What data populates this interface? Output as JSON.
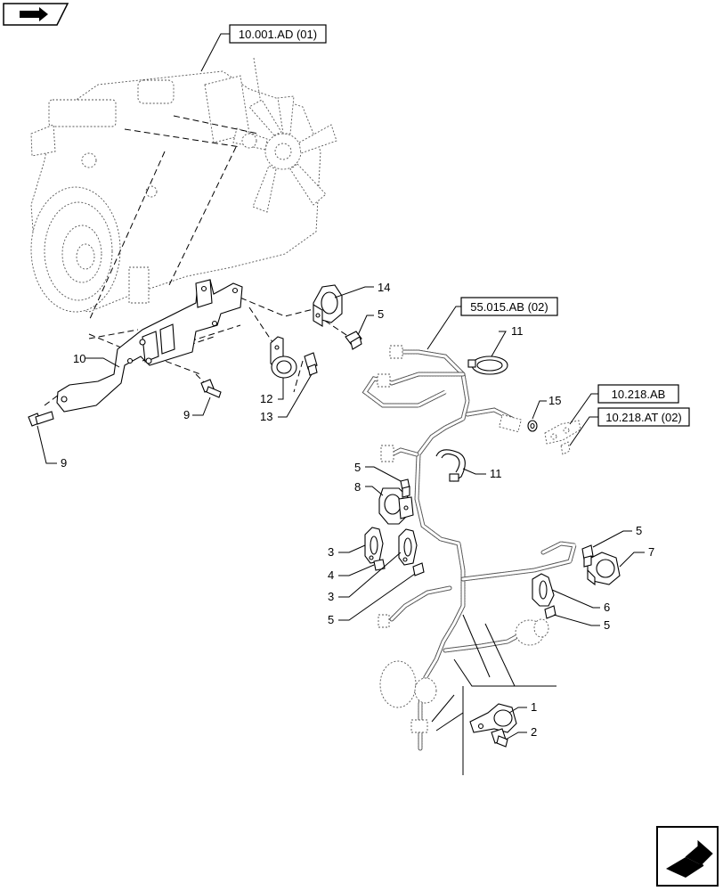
{
  "nav": {
    "top_icon": "page-back-icon",
    "bottom_icon": "page-forward-icon"
  },
  "references": [
    {
      "id": "ref-10-001-ad-01",
      "label": "10.001.AD (01)"
    },
    {
      "id": "ref-55-015-ab-02",
      "label": "55.015.AB (02)"
    },
    {
      "id": "ref-10-218-ab",
      "label": "10.218.AB"
    },
    {
      "id": "ref-10-218-at-02",
      "label": "10.218.AT (02)"
    }
  ],
  "callouts": [
    {
      "id": "c14",
      "label": "14"
    },
    {
      "id": "c5a",
      "label": "5"
    },
    {
      "id": "c11a",
      "label": "11"
    },
    {
      "id": "c10",
      "label": "10"
    },
    {
      "id": "c12",
      "label": "12"
    },
    {
      "id": "c13",
      "label": "13"
    },
    {
      "id": "c9a",
      "label": "9"
    },
    {
      "id": "c9b",
      "label": "9"
    },
    {
      "id": "c15",
      "label": "15"
    },
    {
      "id": "c5b",
      "label": "5"
    },
    {
      "id": "c8",
      "label": "8"
    },
    {
      "id": "c11b",
      "label": "11"
    },
    {
      "id": "c3a",
      "label": "3"
    },
    {
      "id": "c4",
      "label": "4"
    },
    {
      "id": "c3b",
      "label": "3"
    },
    {
      "id": "c5c",
      "label": "5"
    },
    {
      "id": "c5d",
      "label": "5"
    },
    {
      "id": "c7",
      "label": "7"
    },
    {
      "id": "c6",
      "label": "6"
    },
    {
      "id": "c5e",
      "label": "5"
    },
    {
      "id": "c1",
      "label": "1"
    },
    {
      "id": "c2",
      "label": "2"
    }
  ]
}
